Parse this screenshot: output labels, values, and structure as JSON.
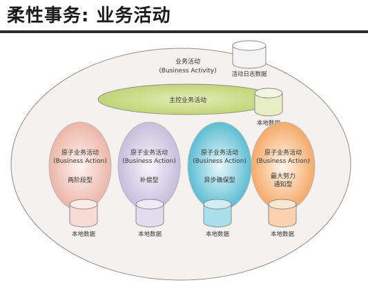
{
  "title": "柔性事务: 业务活动",
  "activity": {
    "label_cn": "业务活动",
    "label_en": "(Business Activity)",
    "log_label": "活动日志数据"
  },
  "main_activity": {
    "label": "主控业务活动",
    "storage_label": "本地数据"
  },
  "actions": [
    {
      "label_cn": "原子业务活动",
      "label_en": "(Business Action)",
      "type": "两阶段型",
      "storage_label": "本地数据",
      "color": "#e8b7ae"
    },
    {
      "label_cn": "原子业务活动",
      "label_en": "(Business Action)",
      "type": "补偿型",
      "storage_label": "本地数据",
      "color": "#c9c0dc"
    },
    {
      "label_cn": "原子业务活动",
      "label_en": "(Business Action)",
      "type": "异步确保型",
      "storage_label": "本地数据",
      "color": "#4bb8cf"
    },
    {
      "label_cn": "原子业务活动",
      "label_en": "(Business Action)",
      "type_line1": "最大努力",
      "type_line2": "通知型",
      "storage_label": "本地数据",
      "color": "#f4a25a"
    }
  ],
  "colors": {
    "outer_fill": "#f2efec",
    "main_fill": "#c9d97f",
    "drum_fill": "#f3f3f3"
  }
}
